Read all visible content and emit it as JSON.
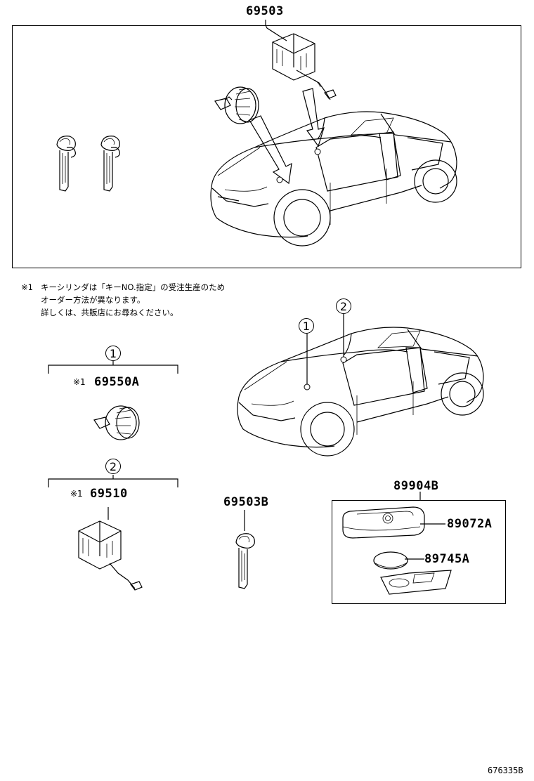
{
  "top_group": {
    "part_no": "69503"
  },
  "note": {
    "mark": "※1",
    "lines": [
      "キーシリンダは「キーNO.指定」の受注生産のため",
      "オーダー方法が異なります。",
      "詳しくは、共販店にお尋ねください。"
    ]
  },
  "callouts": {
    "one": "1",
    "two": "2"
  },
  "group1": {
    "mark": "※1",
    "part_no": "69550A"
  },
  "group2": {
    "mark": "※1",
    "part_no": "69510"
  },
  "key_blank": {
    "part_no": "69503B"
  },
  "smart_key": {
    "part_no": "89904B",
    "case": "89072A",
    "battery": "89745A"
  },
  "ref": "676335B"
}
